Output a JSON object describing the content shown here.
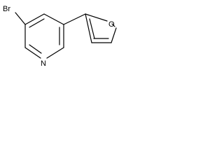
{
  "molecule": {
    "atoms": {
      "bromine": "Br",
      "pyridine_nitrogen": "N",
      "furan_oxygen": "O"
    },
    "colors": {
      "bond": "#000000",
      "text": "#000000",
      "background": "#ffffff"
    }
  }
}
